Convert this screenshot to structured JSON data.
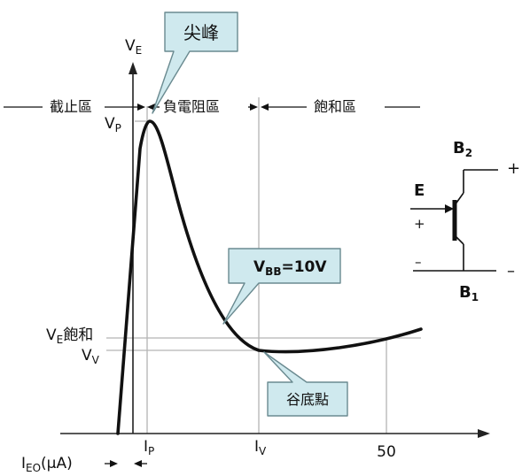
{
  "axes": {
    "y_label_main": "V",
    "y_label_sub": "E",
    "x_ticks": {
      "ip_main": "I",
      "ip_sub": "P",
      "iv_main": "I",
      "iv_sub": "V",
      "fifty": "50"
    },
    "ieo_main": "I",
    "ieo_sub": "EO",
    "ieo_rest": "(μA)"
  },
  "y_marks": {
    "vp_main": "V",
    "vp_sub": "P",
    "ve_sat_main": "V",
    "ve_sat_sub": "E",
    "ve_sat_rest": "飽和",
    "vv_main": "V",
    "vv_sub": "V"
  },
  "regions": {
    "cutoff": "截止區",
    "negative_resistance": "負電阻區",
    "saturation": "飽和區"
  },
  "callouts": {
    "peak": "尖峰",
    "vbb_main": "V",
    "vbb_sub": "BB",
    "vbb_rest": "=10V",
    "valley": "谷底點"
  },
  "symbol": {
    "b2_main": "B",
    "b2_sub": "2",
    "b1_main": "B",
    "b1_sub": "1",
    "e_label": "E",
    "plus_top": "+",
    "minus_bottom": "–",
    "plus_e": "+",
    "minus_e": "–"
  },
  "colors": {
    "curve": "#111111",
    "axis": "#222222",
    "guide": "#b4b4b4",
    "callout_fill": "#cfe9ee",
    "callout_stroke": "#6a8a90"
  }
}
